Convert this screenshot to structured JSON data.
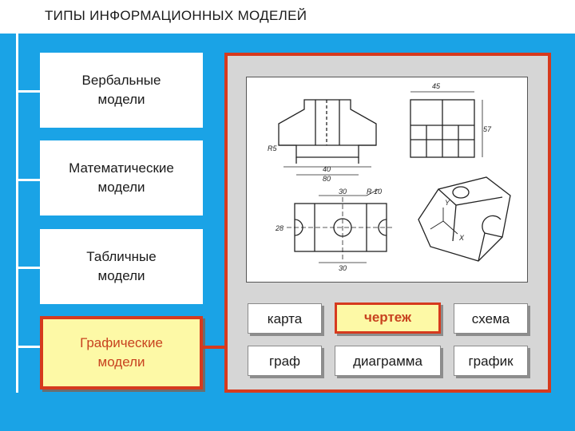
{
  "header": {
    "title": "ТИПЫ ИНФОРМАЦИОННЫХ  МОДЕЛЕЙ"
  },
  "models": [
    {
      "line1": "Вербальные",
      "line2": "модели"
    },
    {
      "line1": "Математические",
      "line2": "модели"
    },
    {
      "line1": "Табличные",
      "line2": "модели"
    },
    {
      "line1": "Графические",
      "line2": "модели"
    }
  ],
  "graphic_types": {
    "row1": [
      "карта",
      "чертеж",
      "схема"
    ],
    "row2": [
      "граф",
      "диаграмма",
      "график"
    ]
  },
  "drawing": {
    "dims": [
      "45",
      "57",
      "40",
      "80",
      "R5",
      "30",
      "R 10",
      "28",
      "30"
    ],
    "axes": [
      "Y",
      "X"
    ]
  },
  "colors": {
    "background": "#1aa3e6",
    "accent": "#d63a1e",
    "highlight": "#fdf9a6",
    "panel": "#d6d6d6"
  }
}
